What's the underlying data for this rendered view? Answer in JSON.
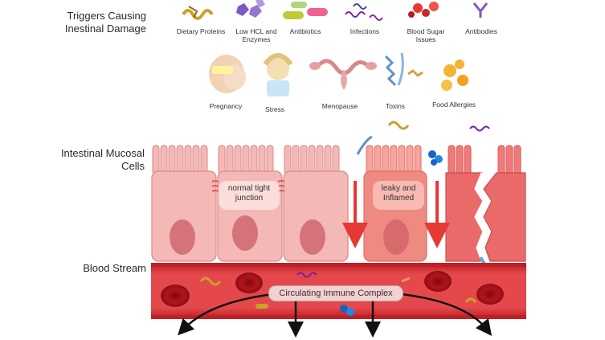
{
  "triggers": {
    "heading": "Triggers Causing Inestinal Damage",
    "row1": [
      "Dietary Proteins",
      "Low HCL and Enzymes",
      "Antibiotics",
      "Infections",
      "Blood Sugar Issues",
      "Antibodies"
    ],
    "row2": [
      "Pregnancy",
      "Stress",
      "Menopause",
      "Toxins",
      "Food Allergies"
    ]
  },
  "mucosa": {
    "heading": "Intestinal Mucosal Cells",
    "normal_label": "normal tight junction",
    "leaky_label": "leaky and Inflamed"
  },
  "blood": {
    "heading": "Blood Stream",
    "complex_label": "Circulating Immune Complex"
  },
  "colors": {
    "cell": "#f4b9b6",
    "cell_border": "#d98a87",
    "inflamed_cell": "#ef8a80",
    "damaged_cell": "#ea6a6a",
    "nucleus": "#d5737a",
    "blood_vessel": "#d8262c",
    "arrow": "#e53935"
  }
}
